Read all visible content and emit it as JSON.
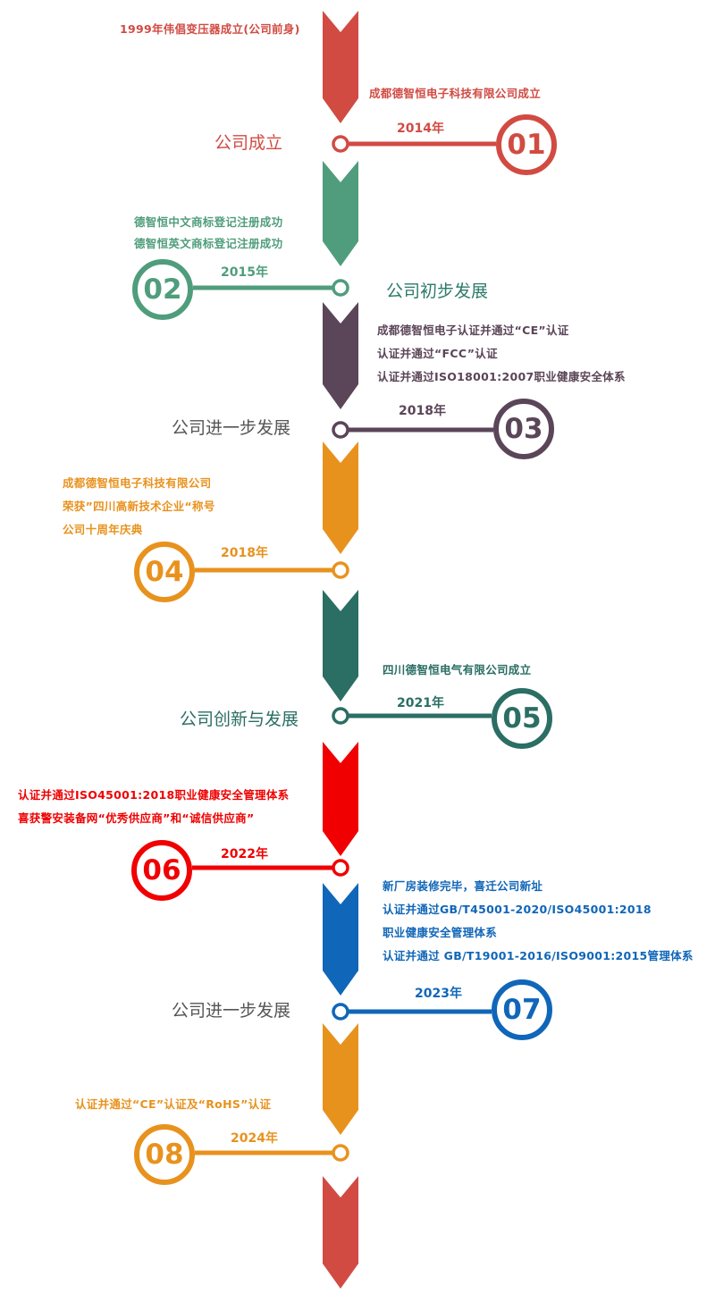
{
  "intro": {
    "note_1999": "1999年伟倡变压器成立(公司前身)"
  },
  "milestones": [
    {
      "number": "01",
      "year": "2014年",
      "phase": "公司成立",
      "color": "#d14b43",
      "lines": [
        "成都德智恒电子科技有限公司成立"
      ]
    },
    {
      "number": "02",
      "year": "2015年",
      "phase": "公司初步发展",
      "color": "#4f9d7c",
      "lines": [
        "德智恒中文商标登记注册成功",
        "德智恒英文商标登记注册成功"
      ]
    },
    {
      "number": "03",
      "year": "2018年",
      "phase": "公司进一步发展",
      "color": "#5b4558",
      "lines": [
        "成都德智恒电子认证并通过“CE”认证",
        "认证并通过“FCC”认证",
        "认证并通过ISO18001:2007职业健康安全体系"
      ]
    },
    {
      "number": "04",
      "year": "2018年",
      "phase": "",
      "color": "#e8921e",
      "lines": [
        "成都德智恒电子科技有限公司",
        "荣获”四川高新技术企业“称号",
        "公司十周年庆典"
      ]
    },
    {
      "number": "05",
      "year": "2021年",
      "phase": "公司创新与发展",
      "color": "#2a6e64",
      "lines": [
        "四川德智恒电气有限公司成立"
      ]
    },
    {
      "number": "06",
      "year": "2022年",
      "phase": "",
      "color": "#f00000",
      "lines": [
        "认证并通过ISO45001:2018职业健康安全管理体系",
        "喜获警安装备网“优秀供应商”和“诚信供应商”"
      ]
    },
    {
      "number": "07",
      "year": "2023年",
      "phase": "公司进一步发展",
      "color": "#1066b8",
      "lines": [
        "新厂房装修完毕，喜迁公司新址",
        "认证并通过GB/T45001-2020/ISO45001:2018",
        "职业健康安全管理体系",
        "认证并通过 GB/T19001-2016/ISO9001:2015管理体系"
      ]
    },
    {
      "number": "08",
      "year": "2024年",
      "phase": "",
      "color": "#e8921e",
      "lines": [
        "认证并通过“CE”认证及“RoHS”认证"
      ]
    }
  ],
  "arrow_colors": [
    "#d14b43",
    "#4f9d7c",
    "#5b4558",
    "#e8921e",
    "#2a6e64",
    "#f00000",
    "#1066b8",
    "#e8921e",
    "#d14b43"
  ],
  "phase_colors": {
    "phase_1": "#d14b43",
    "phase_2": "#2d7a6a",
    "phase_3": "#555555",
    "phase_5": "#2a6e64",
    "phase_7": "#555555"
  }
}
